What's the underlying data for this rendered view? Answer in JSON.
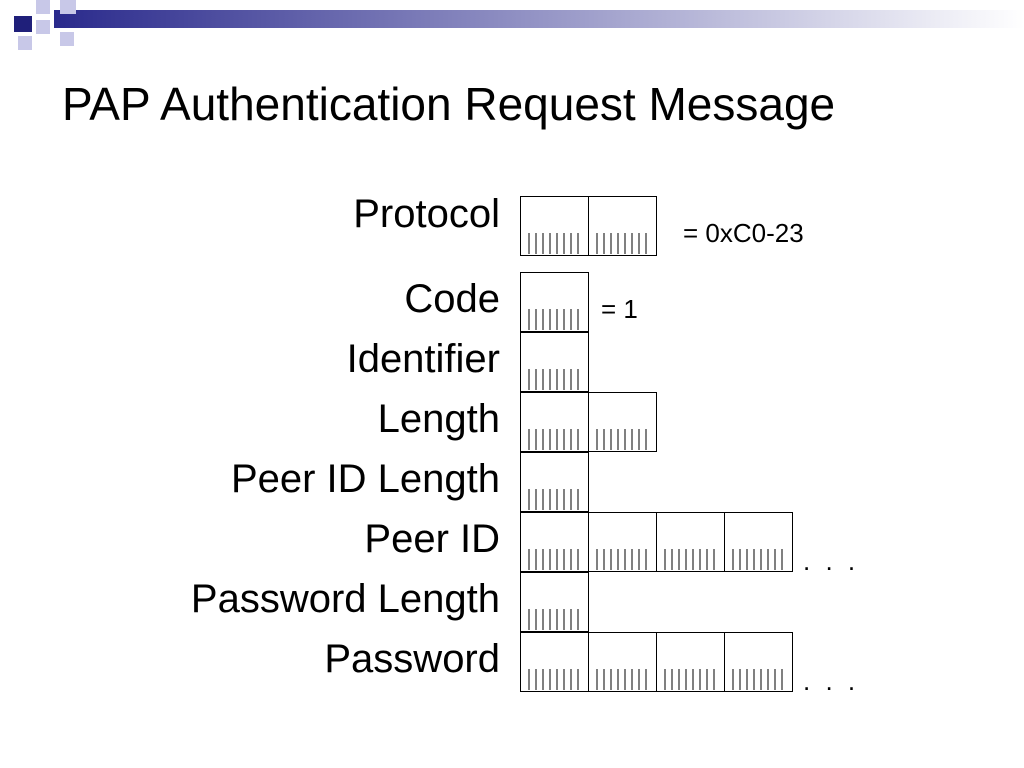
{
  "slide": {
    "title": "PAP Authentication Request Message",
    "decoration": {
      "colors": {
        "dark_square": "#1f1f7a",
        "light_square": "#c8c8e8",
        "bar_start": "#2a2a8c",
        "bar_end": "#ffffff"
      }
    }
  },
  "diagram": {
    "fields": [
      {
        "label": "Protocol",
        "bytes": 2,
        "note": "= 0xC0-23",
        "continues": false
      },
      {
        "label": "Code",
        "bytes": 1,
        "note": "= 1",
        "continues": false
      },
      {
        "label": "Identifier",
        "bytes": 1,
        "note": "",
        "continues": false
      },
      {
        "label": "Length",
        "bytes": 2,
        "note": "",
        "continues": false
      },
      {
        "label": "Peer ID Length",
        "bytes": 1,
        "note": "",
        "continues": false
      },
      {
        "label": "Peer ID",
        "bytes": 4,
        "note": "",
        "continues": true
      },
      {
        "label": "Password Length",
        "bytes": 1,
        "note": "",
        "continues": false
      },
      {
        "label": "Password",
        "bytes": 4,
        "note": "",
        "continues": true
      }
    ],
    "continuation_text": ". . .",
    "bits_per_byte": 8
  }
}
